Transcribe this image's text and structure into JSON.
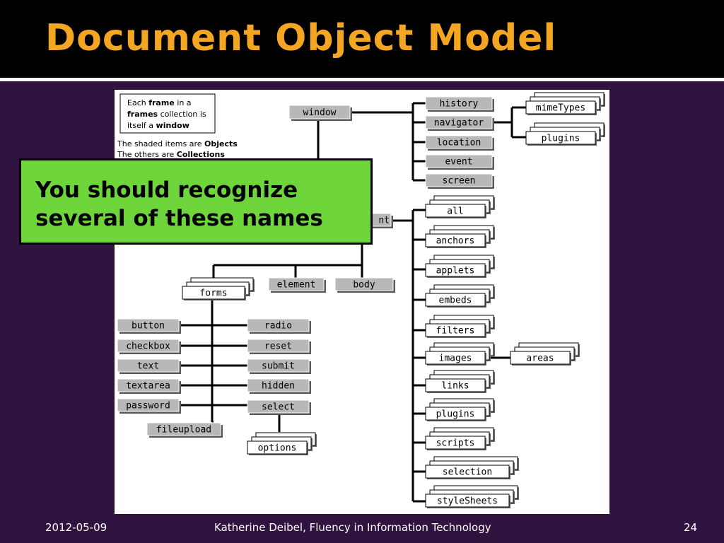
{
  "slide": {
    "title": "Document Object Model",
    "footer": {
      "date": "2012-05-09",
      "center": "Katherine Deibel, Fluency in Information Technology",
      "page": "24"
    }
  },
  "legend": {
    "frame_note_lines": [
      [
        {
          "t": "Each "
        },
        {
          "t": "frame",
          "b": true
        },
        {
          "t": " in a"
        }
      ],
      [
        {
          "t": "frames",
          "b": true
        },
        {
          "t": " collection is"
        }
      ],
      [
        {
          "t": "itself a "
        },
        {
          "t": "window",
          "b": true
        }
      ]
    ],
    "shade_line_1": [
      {
        "t": "The shaded items are "
      },
      {
        "t": "Objects",
        "b": true
      }
    ],
    "shade_line_2": [
      {
        "t": "The others are "
      },
      {
        "t": "Collections",
        "b": true
      }
    ]
  },
  "callout": {
    "line1": "You should recognize",
    "line2": "several of these names"
  },
  "diagram": {
    "objects": [
      "window",
      "history",
      "navigator",
      "location",
      "event",
      "screen",
      "document",
      "element",
      "body",
      "button",
      "checkbox",
      "text",
      "textarea",
      "password",
      "fileupload",
      "radio",
      "reset",
      "submit",
      "hidden",
      "select"
    ],
    "collections": [
      "mimeTypes",
      "plugins",
      "all",
      "anchors",
      "applets",
      "embeds",
      "filters",
      "images",
      "areas",
      "links",
      "plugins",
      "scripts",
      "selection",
      "styleSheets",
      "forms",
      "options"
    ],
    "hidden_label_fragment": "nt"
  },
  "colors": {
    "background": "#30143f",
    "title": "#f4a622",
    "callout": "#6ed63a",
    "object_fill": "#b8b8b8"
  }
}
